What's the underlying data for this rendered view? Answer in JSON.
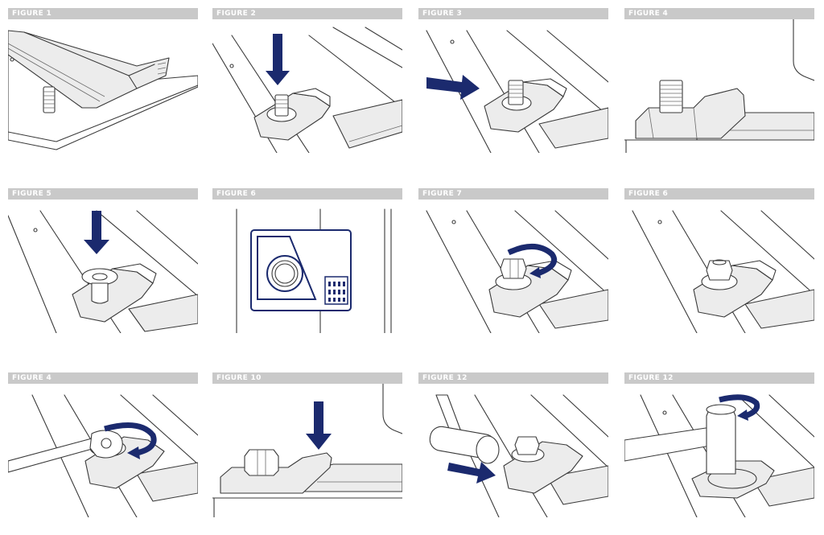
{
  "figures": [
    {
      "label": "FIGURE 1"
    },
    {
      "label": "FIGURE 2"
    },
    {
      "label": "FIGURE 3"
    },
    {
      "label": "FIGURE 4"
    },
    {
      "label": "FIGURE 5"
    },
    {
      "label": "FIGURE 6"
    },
    {
      "label": "FIGURE 7"
    },
    {
      "label": "FIGURE 6"
    },
    {
      "label": "FIGURE 4"
    },
    {
      "label": "FIGURE 10"
    },
    {
      "label": "FIGURE 12"
    },
    {
      "label": "FIGURE 12"
    }
  ],
  "accent_color": "#1b2a6e"
}
